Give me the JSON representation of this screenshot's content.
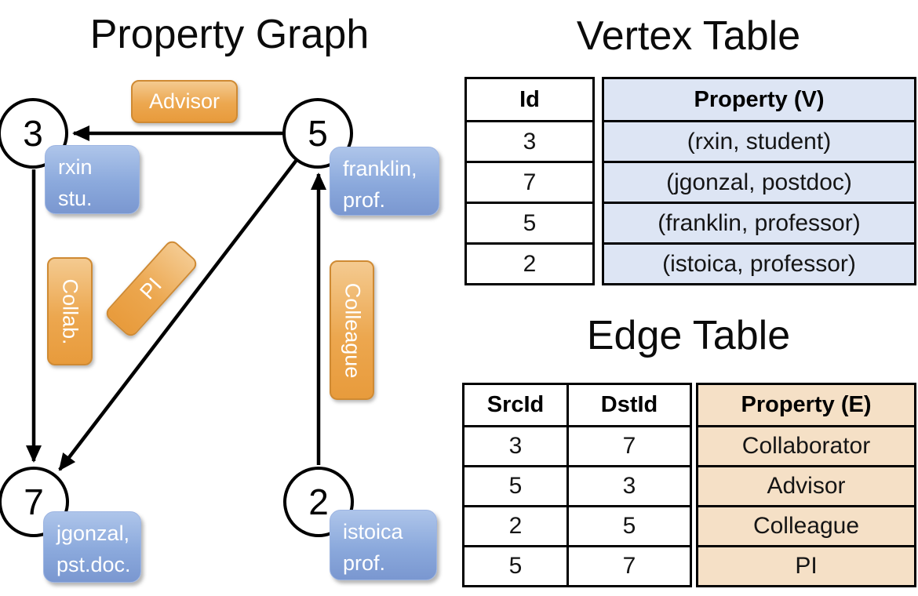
{
  "titles": {
    "graph": "Property Graph",
    "vertex_table": "Vertex Table",
    "edge_table": "Edge Table"
  },
  "colors": {
    "node_fill": "#ffffff",
    "node_stroke": "#000000",
    "edge_label_orange": "#eca74f",
    "vertex_property_blue": "#8ba9dc",
    "vertex_table_fill": "#dde5f4",
    "edge_table_fill": "#f5e0c6"
  },
  "graph": {
    "nodes": [
      {
        "id": "3",
        "prop_line1": "rxin",
        "prop_line2": "stu."
      },
      {
        "id": "5",
        "prop_line1": "franklin,",
        "prop_line2": "prof."
      },
      {
        "id": "7",
        "prop_line1": "jgonzal,",
        "prop_line2": "pst.doc."
      },
      {
        "id": "2",
        "prop_line1": "istoica",
        "prop_line2": "prof."
      }
    ],
    "edge_labels": [
      {
        "label": "Advisor"
      },
      {
        "label": "Collab."
      },
      {
        "label": "PI"
      },
      {
        "label": "Colleague"
      }
    ]
  },
  "vertex_table": {
    "headers": {
      "id": "Id",
      "property": "Property (V)"
    },
    "rows": [
      {
        "id": "3",
        "property": "(rxin, student)"
      },
      {
        "id": "7",
        "property": "(jgonzal, postdoc)"
      },
      {
        "id": "5",
        "property": "(franklin, professor)"
      },
      {
        "id": "2",
        "property": "(istoica, professor)"
      }
    ]
  },
  "edge_table": {
    "headers": {
      "src": "SrcId",
      "dst": "DstId",
      "property": "Property (E)"
    },
    "rows": [
      {
        "src": "3",
        "dst": "7",
        "property": "Collaborator"
      },
      {
        "src": "5",
        "dst": "3",
        "property": "Advisor"
      },
      {
        "src": "2",
        "dst": "5",
        "property": "Colleague"
      },
      {
        "src": "5",
        "dst": "7",
        "property": "PI"
      }
    ]
  }
}
